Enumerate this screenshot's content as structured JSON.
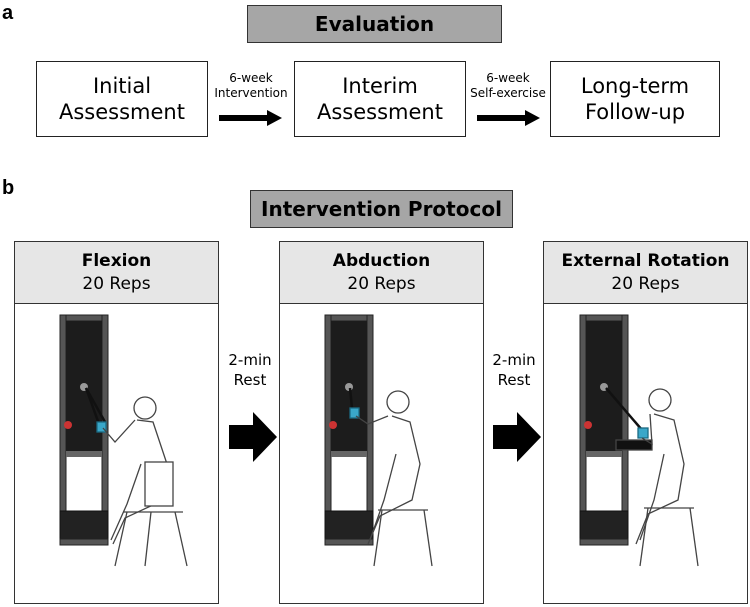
{
  "panel_a": {
    "letter": "a",
    "title": "Evaluation",
    "stages": [
      {
        "line1": "Initial",
        "line2": "Assessment"
      },
      {
        "line1": "Interim",
        "line2": "Assessment"
      },
      {
        "line1": "Long-term",
        "line2": "Follow-up"
      }
    ],
    "arrows": [
      {
        "line1": "6-week",
        "line2": "Intervention"
      },
      {
        "line1": "6-week",
        "line2": "Self-exercise"
      }
    ]
  },
  "panel_b": {
    "letter": "b",
    "title": "Intervention Protocol",
    "steps": [
      {
        "name": "Flexion",
        "reps": "20 Reps"
      },
      {
        "name": "Abduction",
        "reps": "20 Reps"
      },
      {
        "name": "External Rotation",
        "reps": "20 Reps"
      }
    ],
    "rests": [
      {
        "line1": "2-min",
        "line2": "Rest"
      },
      {
        "line1": "2-min",
        "line2": "Rest"
      }
    ]
  },
  "colors": {
    "title_box": "#a6a6a6",
    "step_header": "#e6e6e6",
    "device_panel": "#1c1c1c",
    "handle": "#3aa7c9"
  }
}
